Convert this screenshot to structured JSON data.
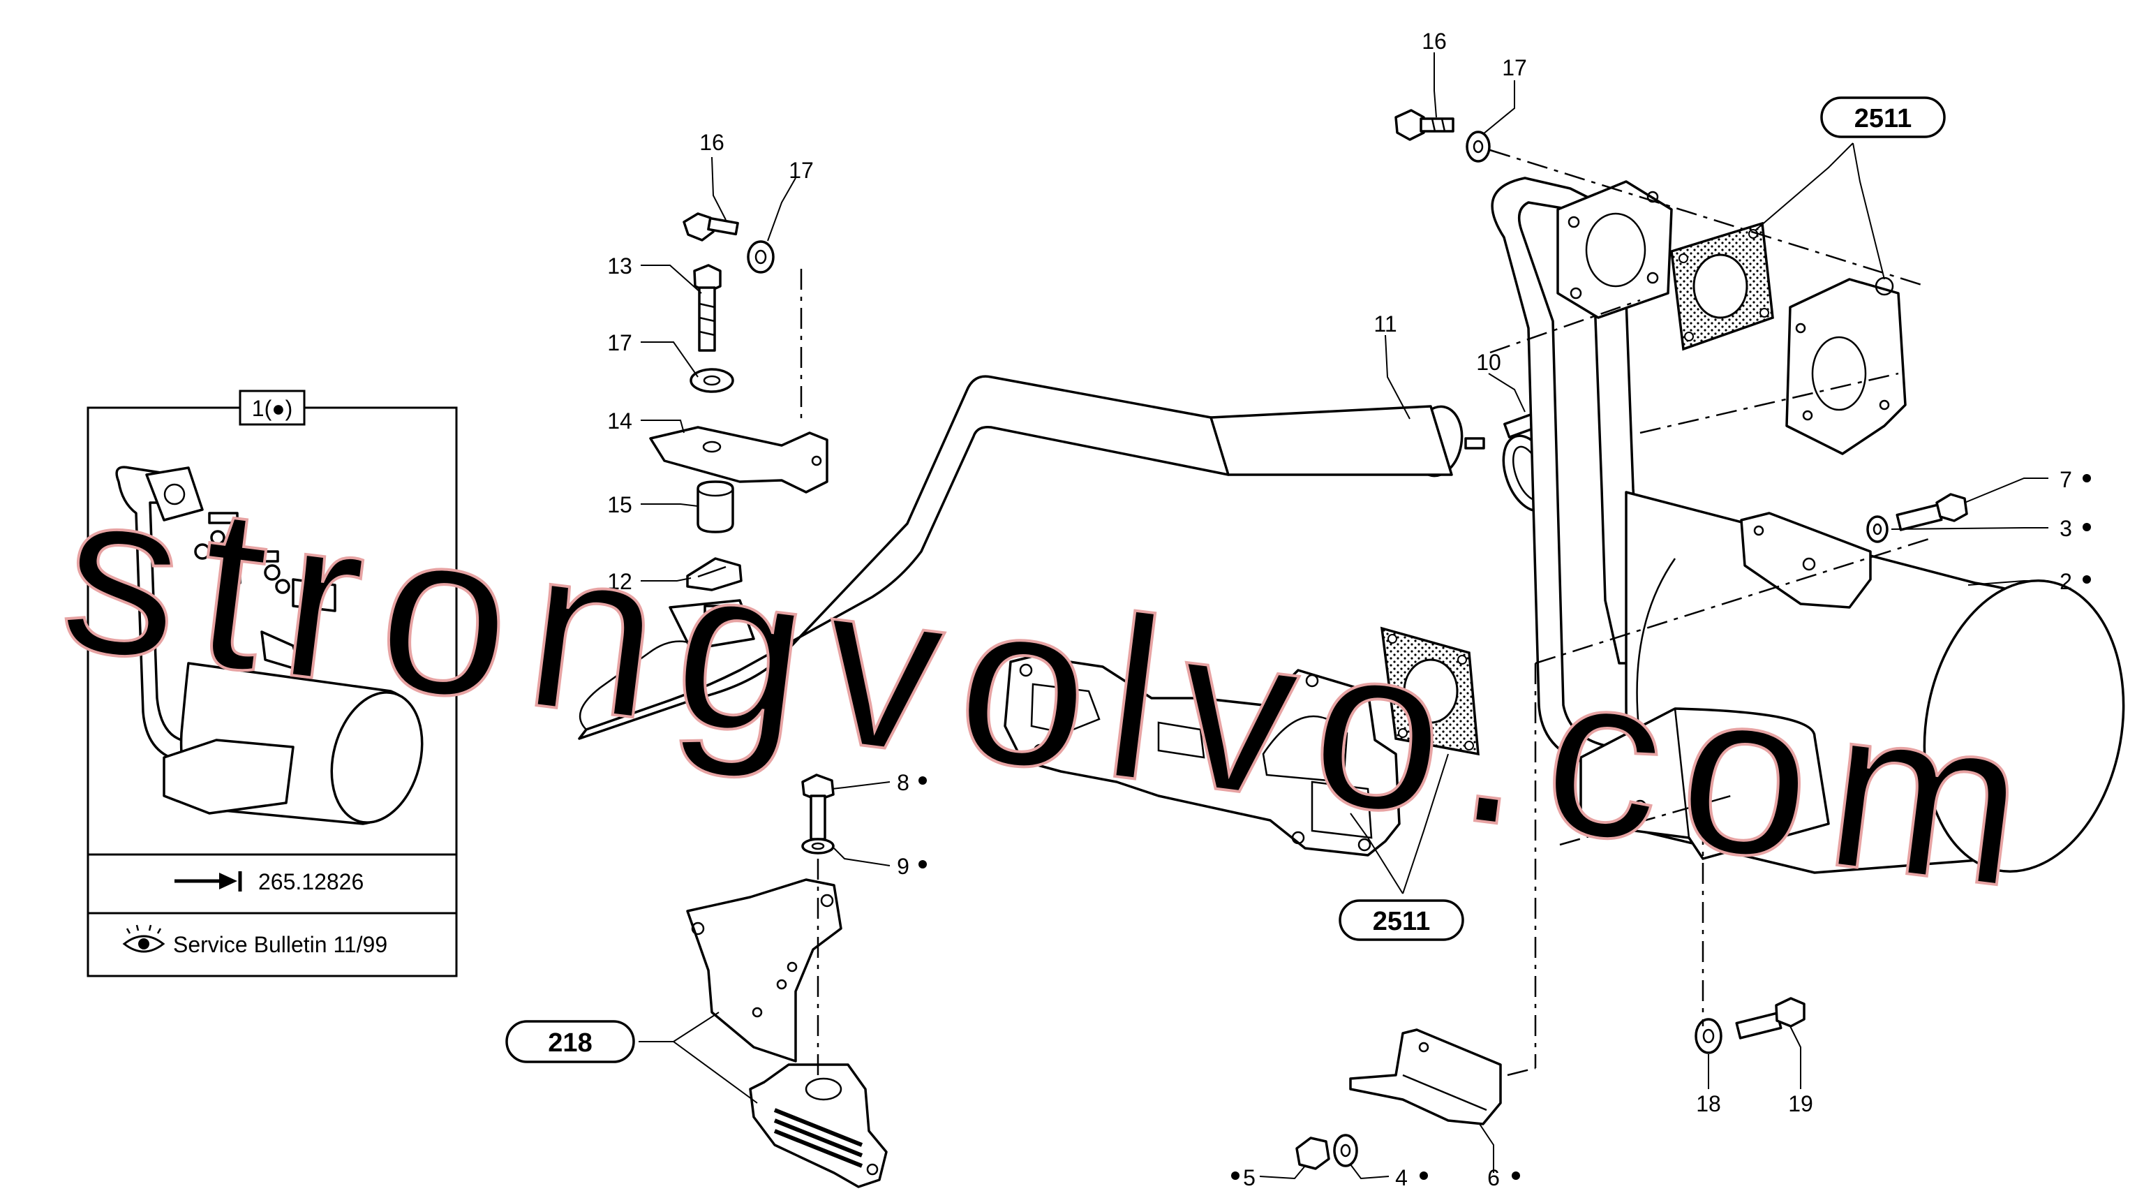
{
  "callouts": {
    "c16a": "16",
    "c17a": "17",
    "c13": "13",
    "c17b": "17",
    "c14": "14",
    "c15": "15",
    "c12": "12",
    "c11": "11",
    "c10": "10",
    "c16b": "16",
    "c17c": "17",
    "c7": "7",
    "c3": "3",
    "c2": "2",
    "c8": "8",
    "c9": "9",
    "c5": "5",
    "c4": "4",
    "c6": "6",
    "c18": "18",
    "c19": "19"
  },
  "refs": {
    "ref_2511_top": "2511",
    "ref_2511_bottom": "2511",
    "ref_218": "218"
  },
  "inset": {
    "header": "1(●)",
    "reference_number": "265.12826",
    "bulletin": "Service Bulletin 11/99",
    "arrow_icon": "arrow-to-bar-icon",
    "eye_icon": "eye-icon"
  },
  "watermark": "strongvolvo.com"
}
